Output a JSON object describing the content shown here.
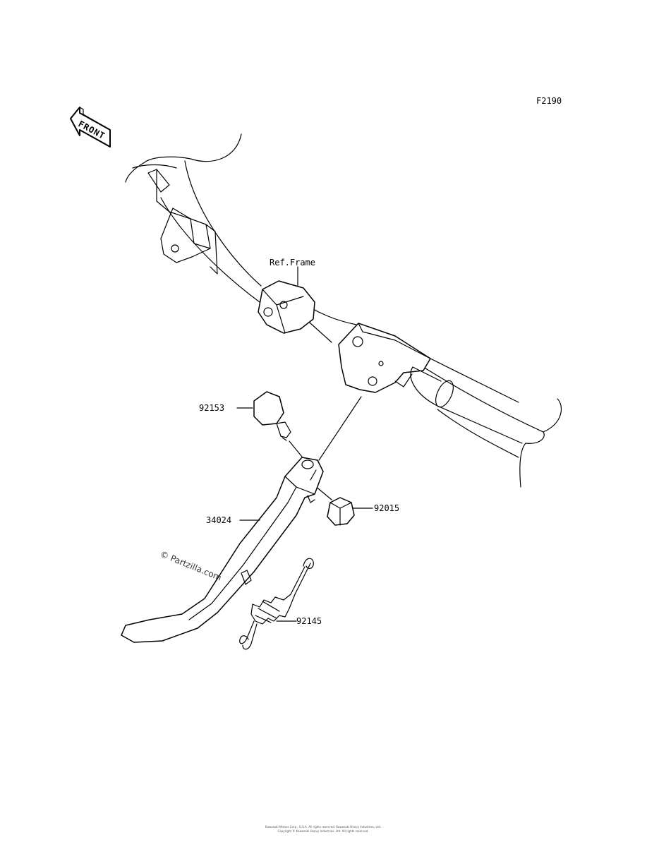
{
  "figure_code": "F2190",
  "front_badge": "FRONT",
  "watermark": "© Partzilla.com",
  "footer_lines": [
    "Kawasaki Motors Corp., U.S.A. All rights reserved. Kawasaki Heavy Industries, Ltd.",
    "Copyright © Kawasaki Heavy Industries, Ltd. All rights reserved."
  ],
  "callouts": {
    "ref_frame": "Ref.Frame",
    "bolt": "92153",
    "nut": "92015",
    "side_stand": "34024",
    "spring": "92145"
  }
}
